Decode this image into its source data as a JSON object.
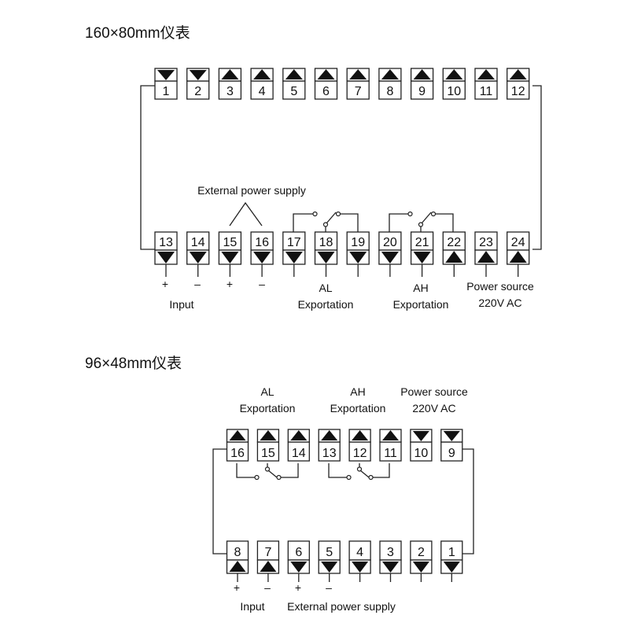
{
  "section_160": {
    "title": "160×80mm仪表",
    "top_row": {
      "terminals": [
        "1",
        "2",
        "3",
        "4",
        "5",
        "6",
        "7",
        "8",
        "9",
        "10",
        "11",
        "12"
      ],
      "arrows": [
        "down",
        "down",
        "up",
        "up",
        "up",
        "up",
        "up",
        "up",
        "up",
        "up",
        "up",
        "up"
      ]
    },
    "bottom_row": {
      "terminals": [
        "13",
        "14",
        "15",
        "16",
        "17",
        "18",
        "19",
        "20",
        "21",
        "22",
        "23",
        "24"
      ],
      "arrows": [
        "down",
        "down",
        "down",
        "down",
        "down",
        "down",
        "down",
        "down",
        "down",
        "up",
        "up",
        "up"
      ]
    },
    "labels": {
      "external_power": "External power supply",
      "plus_1": "+",
      "minus_1": "–",
      "plus_2": "+",
      "minus_2": "–",
      "input": "Input",
      "al_name": "AL",
      "al_sub": "Exportation",
      "ah_name": "AH",
      "ah_sub": "Exportation",
      "power_line1": "Power source",
      "power_line2": "220V AC"
    }
  },
  "section_96": {
    "title": "96×48mm仪表",
    "top_row": {
      "terminals": [
        "16",
        "15",
        "14",
        "13",
        "12",
        "11",
        "10",
        "9"
      ],
      "arrows": [
        "up",
        "up",
        "up",
        "up",
        "up",
        "up",
        "down",
        "down"
      ]
    },
    "bottom_row": {
      "terminals": [
        "8",
        "7",
        "6",
        "5",
        "4",
        "3",
        "2",
        "1"
      ],
      "arrows": [
        "up",
        "up",
        "down",
        "down",
        "down",
        "down",
        "down",
        "down"
      ]
    },
    "labels": {
      "al_name": "AL",
      "al_sub": "Exportation",
      "ah_name": "AH",
      "ah_sub": "Exportation",
      "power_line1": "Power source",
      "power_line2": "220V AC",
      "plus_1": "+",
      "minus_1": "–",
      "plus_2": "+",
      "minus_2": "–",
      "input": "Input",
      "external_power": "External power supply"
    }
  },
  "colors": {
    "line": "#222222",
    "fill": "#111111",
    "background": "#ffffff"
  }
}
